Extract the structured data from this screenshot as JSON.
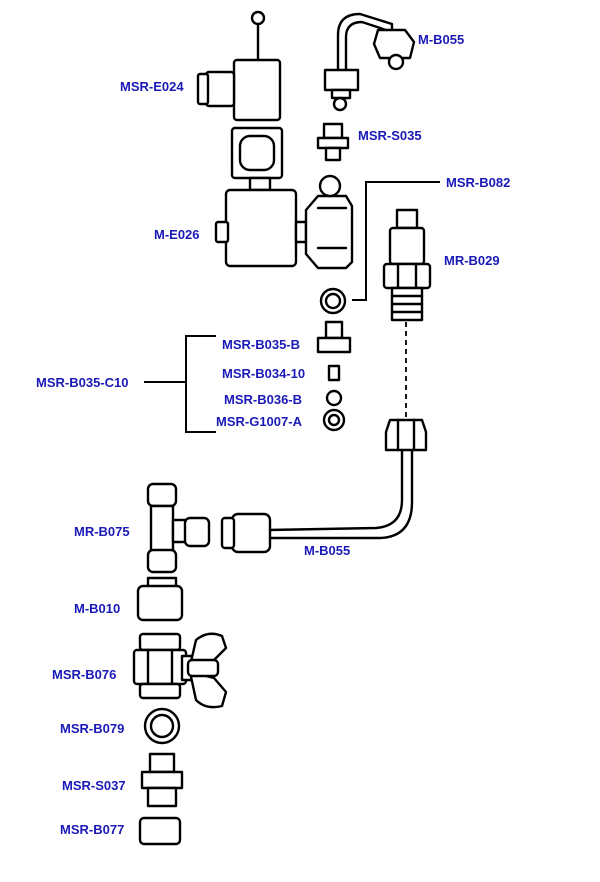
{
  "colors": {
    "label": "#1a1ab8",
    "line": "#000000",
    "background": "#ffffff"
  },
  "labels": {
    "m_b055_top": "M-B055",
    "msr_e024": "MSR-E024",
    "msr_s035": "MSR-S035",
    "msr_b082": "MSR-B082",
    "m_e026": "M-E026",
    "mr_b029": "MR-B029",
    "msr_b035_b": "MSR-B035-B",
    "msr_b034_10": "MSR-B034-10",
    "msr_b035_c10": "MSR-B035-C10",
    "msr_b036_b": "MSR-B036-B",
    "msr_g1007_a": "MSR-G1007-A",
    "mr_b075": "MR-B075",
    "m_b055_bottom": "M-B055",
    "m_b010": "M-B010",
    "msr_b076": "MSR-B076",
    "msr_b079": "MSR-B079",
    "msr_s037": "MSR-S037",
    "msr_b077": "MSR-B077"
  }
}
